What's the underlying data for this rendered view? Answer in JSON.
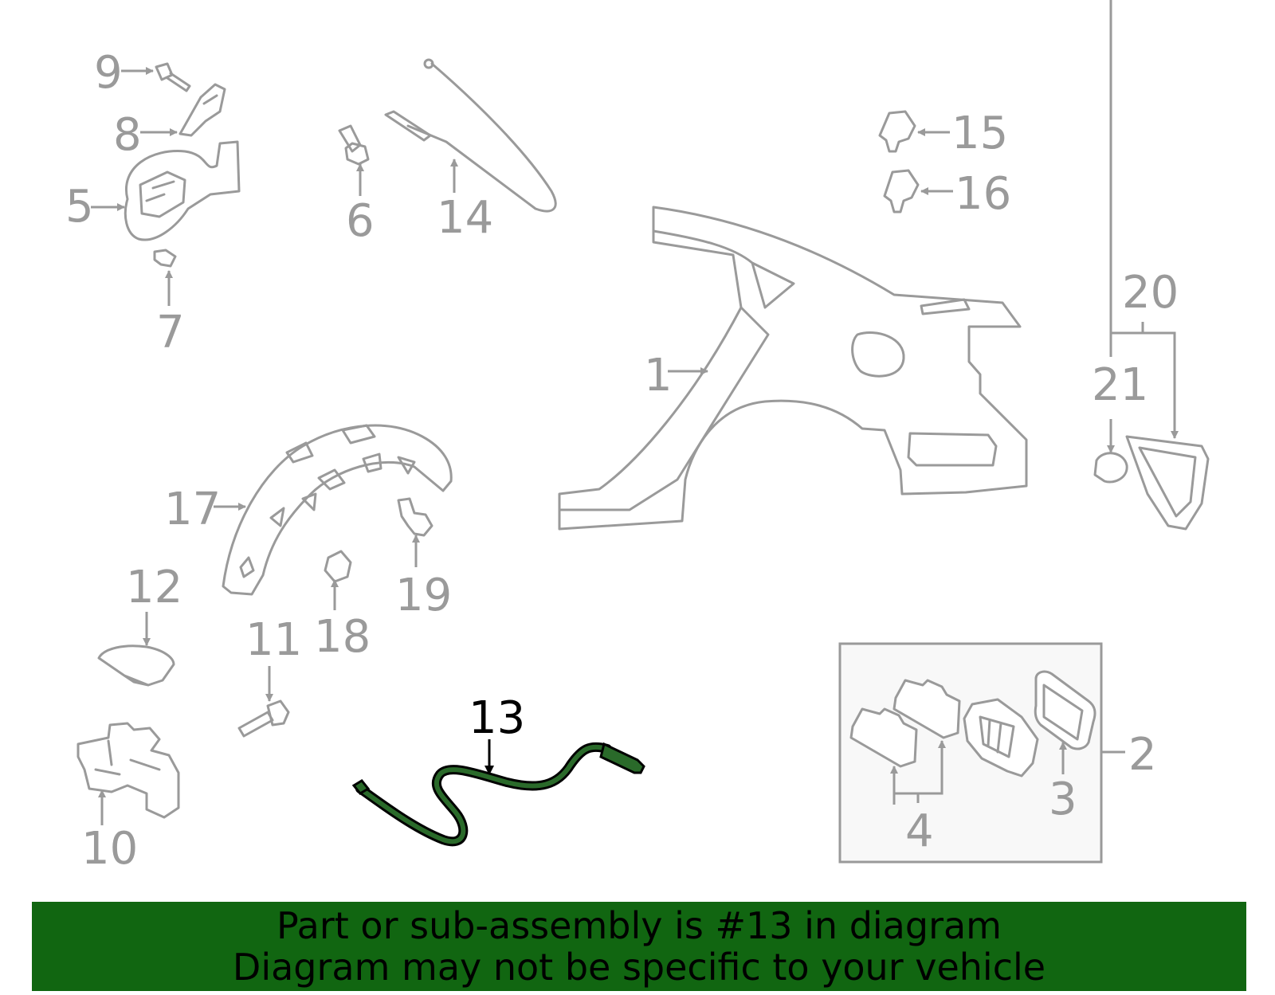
{
  "callouts": {
    "c1": "1",
    "c2": "2",
    "c3": "3",
    "c4": "4",
    "c5": "5",
    "c6": "6",
    "c7": "7",
    "c8": "8",
    "c9": "9",
    "c10": "10",
    "c11": "11",
    "c12": "12",
    "c13": "13",
    "c14": "14",
    "c15": "15",
    "c16": "16",
    "c17": "17",
    "c18": "18",
    "c19": "19",
    "c20": "20",
    "c21": "21"
  },
  "highlight": {
    "callout": "13",
    "color": "#116611"
  },
  "banner": {
    "line1": "Part or sub-assembly is #13 in diagram",
    "line2": "Diagram may not be specific to your vehicle",
    "background": "#116611"
  },
  "colors": {
    "part_stroke": "#9a9a9a",
    "highlight_fill": "#2a6a2a",
    "text": "#000000"
  }
}
